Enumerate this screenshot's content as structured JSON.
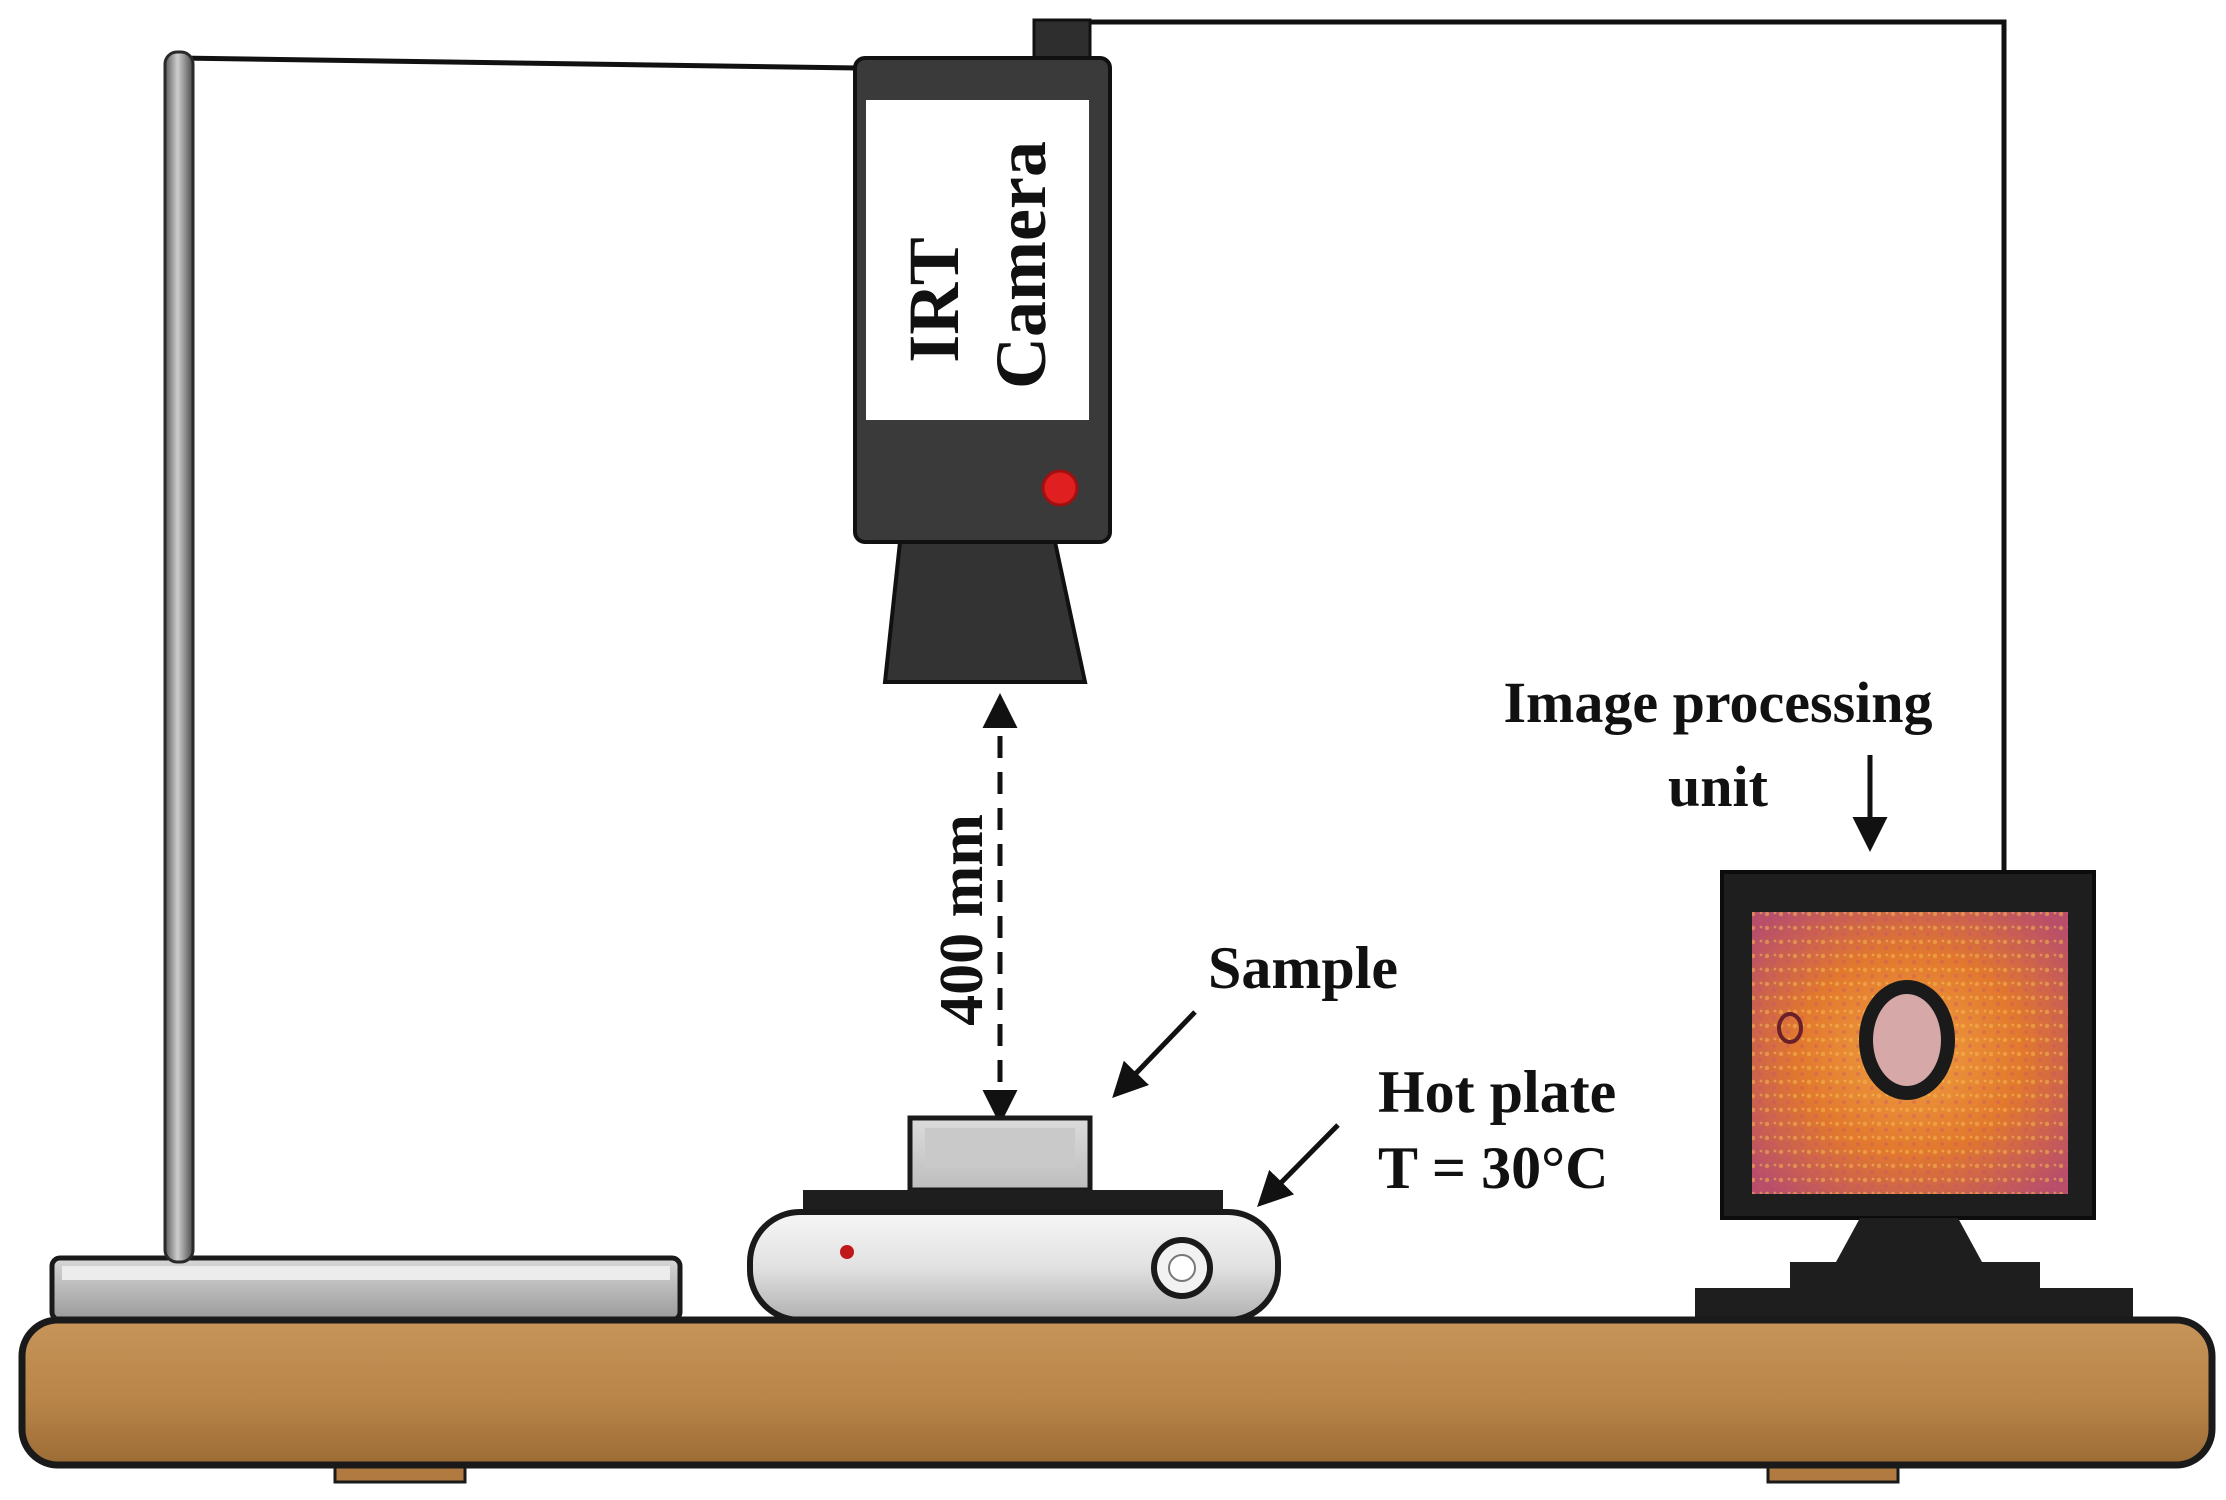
{
  "labels": {
    "camera_line1": "IRT",
    "camera_line2": "Camera",
    "distance": "400 mm",
    "sample": "Sample",
    "hotplate_line1": "Hot plate",
    "hotplate_line2": "T = 30°C",
    "processing_line1": "Image processing",
    "processing_line2": "unit"
  },
  "colors": {
    "table_wood": "#bf8a4f",
    "table_outline": "#1a1a1a",
    "camera_body": "#3a3a3a",
    "camera_lens": "#333333",
    "camera_indicator": "#e02020",
    "hotplate_body": "#e6e6e6",
    "monitor_frame": "#1e1e1e",
    "thermal_background": "#e0702a",
    "thermal_spot": "#d6a8a8"
  },
  "icons": {
    "camera": "camera-icon",
    "hotplate": "hotplate-icon",
    "monitor": "monitor-icon",
    "stand": "stand-icon"
  }
}
